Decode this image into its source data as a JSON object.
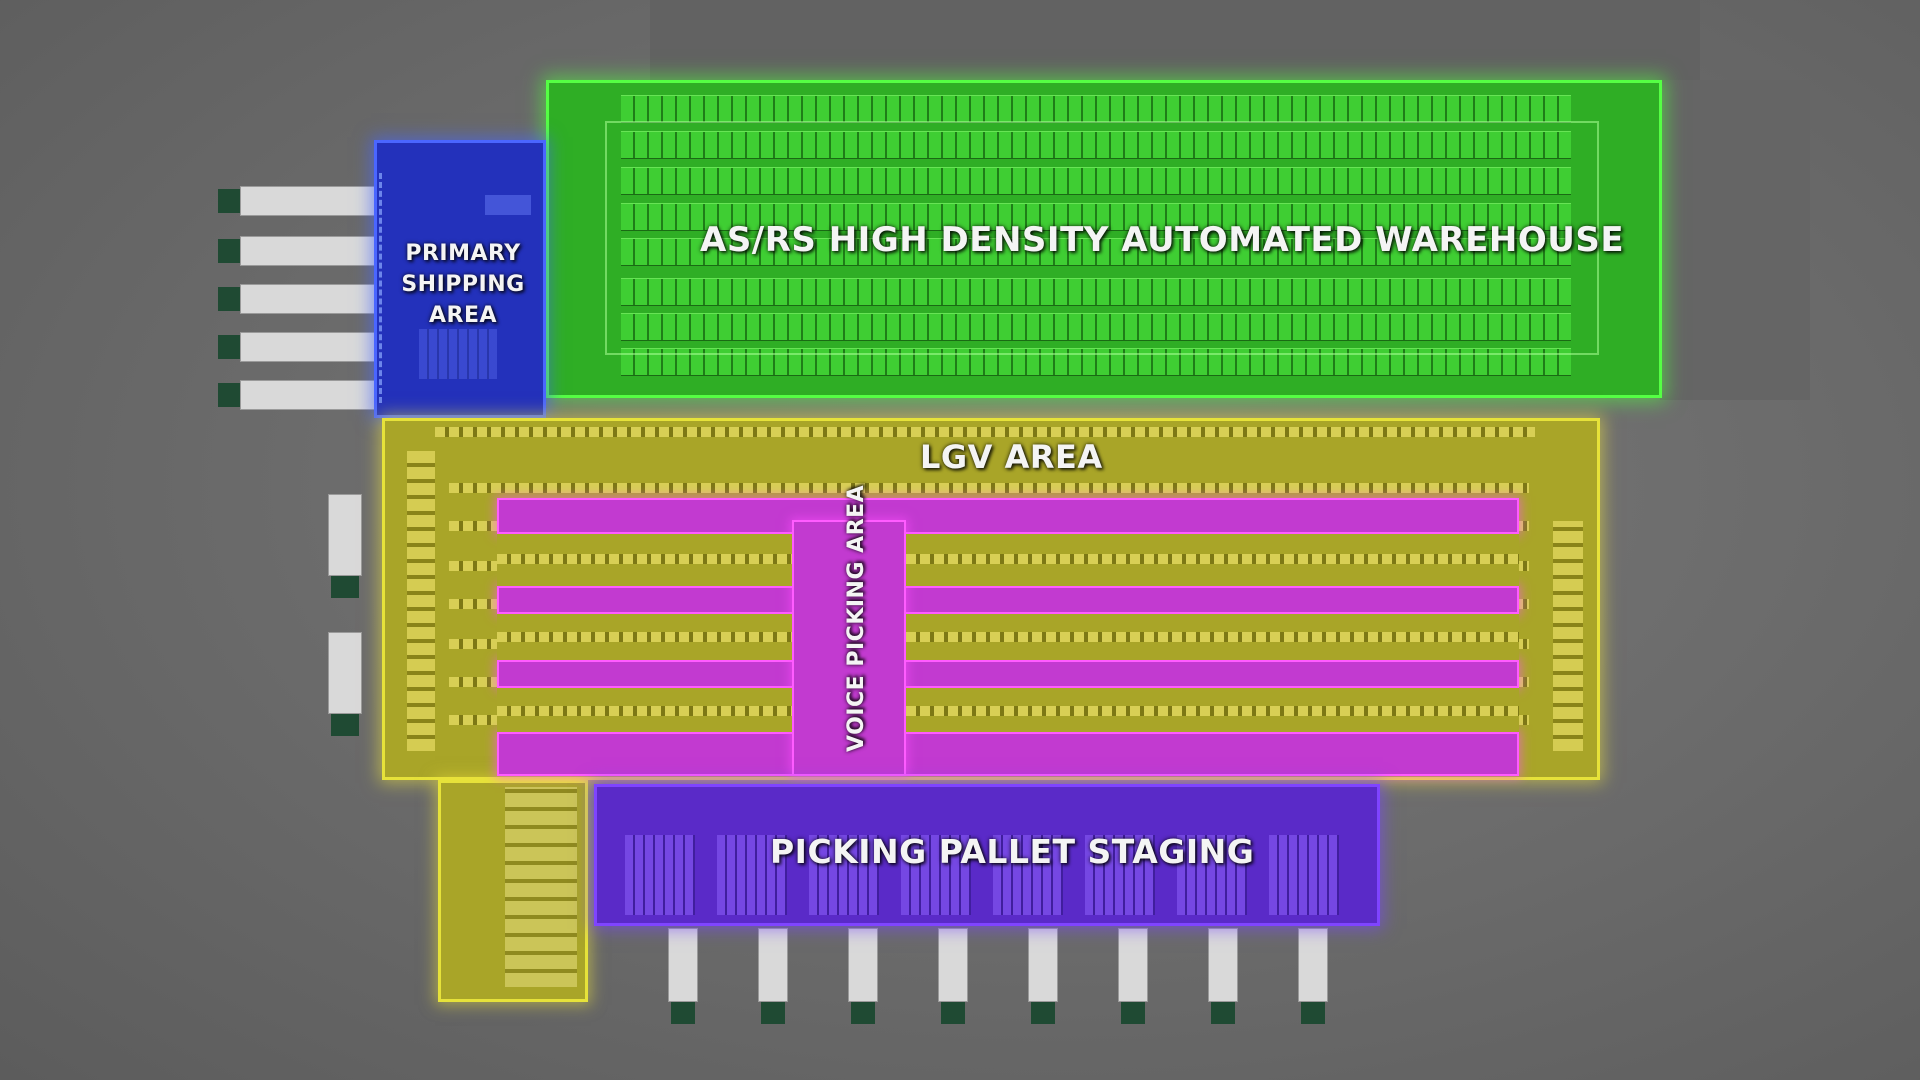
{
  "zones": {
    "asrs": {
      "label": "AS/RS HIGH DENSITY AUTOMATED WAREHOUSE",
      "color": "#33c428",
      "glow": "#44ff33"
    },
    "shipping": {
      "label_lines": [
        "PRIMARY",
        "SHIPPING",
        "AREA"
      ],
      "color": "#2433c8",
      "glow": "#3355ff"
    },
    "lgv": {
      "label": "LGV AREA",
      "color": "#b6b22a",
      "glow": "#e8e23a"
    },
    "voice": {
      "label": "VOICE PICKING AREA",
      "color": "#c23ad0",
      "glow": "#ff4cff"
    },
    "staging": {
      "label": "PICKING PALLET STAGING",
      "color": "#5a2dd0",
      "glow": "#7a3cff"
    }
  }
}
